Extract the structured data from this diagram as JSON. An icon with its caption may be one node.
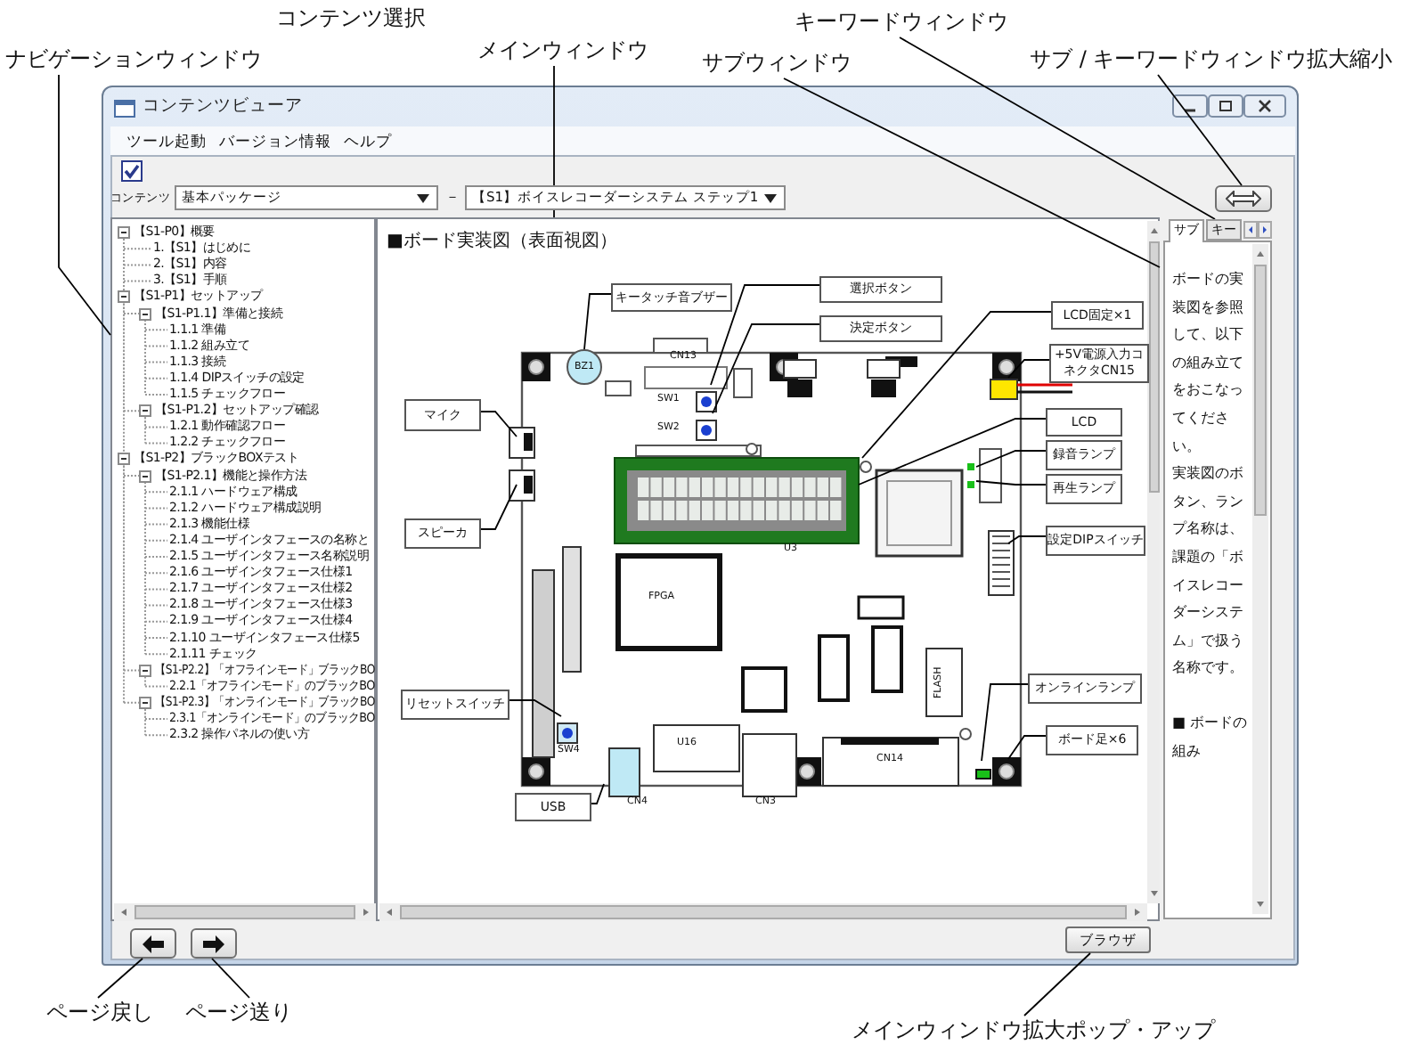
{
  "diagram": {
    "nodes": [
      {
        "text": [
          "ナビゲーションウィンドウ"
        ]
      },
      {
        "text": [
          "メインウィンドウ"
        ]
      },
      {
        "text": [
          "サブウィンドウ"
        ]
      },
      {
        "text": [
          "キーワードウィンドウ"
        ]
      },
      {
        "text": [
          "サブ / キーワードウィンドウ拡大縮小"
        ]
      },
      {
        "text": [
          "コンテンツビューア",
          "ツール起動",
          "バージョン情報",
          "ヘルプ",
          "コンテンツ",
          "基本パッケージ",
          "－",
          "【S1】ボイスレコーダーシステム ステップ1"
        ]
      },
      {
        "text": [],
        "shape": "box",
        "in": 5
      },
      {
        "text": [
          "【S1-P0】概要",
          "1.【S1】はじめに",
          "2.【S1】内容",
          "3.【S1】手順",
          "【S1-P1】セットアップ",
          "【S1-P1.1】準備と接続",
          "1.1.1 準備",
          "1.1.2 組み立て",
          "1.1.3 接続",
          "1.1.4 DIPスイッチの設定",
          "1.1.5 チェックフロー",
          "【S1-P1.2】セットアップ確認",
          "1.2.1 動作確認フロー",
          "1.2.2 チェックフロー",
          "【S1-P2】ブラックBOXテスト",
          "【S1-P2.1】機能と操作方法",
          "2.1.1 ハードウェア構成",
          "2.1.2 ハードウェア構成説明",
          "2.1.3 機能仕様",
          "2.1.4 ユーザインタフェースの名称と",
          "2.1.5 ユーザインタフェース名称説明",
          "2.1.6 ユーザインタフェース仕様1",
          "2.1.7 ユーザインタフェース仕様2",
          "2.1.8 ユーザインタフェース仕様3",
          "2.1.9 ユーザインタフェース仕様4",
          "2.1.10 ユーザインタフェース仕様5",
          "2.1.11 チェック",
          "【S1-P2.2】「オフラインモード」ブラックBO",
          "2.2.1「オフラインモード」のブラックBO",
          "【S1-P2.3】「オンラインモード」ブラックBO",
          "2.3.1「オンラインモード」のブラックBO",
          "2.3.2 操作パネルの使い方"
        ],
        "in": 5
      },
      {
        "text": [
          "■ボード実装図（表面視図）"
        ],
        "in": 5
      },
      {
        "text": [
          "キータッチ音ブザー"
        ],
        "in": 8
      },
      {
        "text": [
          "選択ボタン"
        ],
        "in": 8
      },
      {
        "text": [
          "決定ボタン"
        ],
        "in": 8
      },
      {
        "text": [
          "LCD固定×1"
        ],
        "in": 8
      },
      {
        "text": [
          "+5V電源入力コネクタCN15"
        ],
        "in": 8
      },
      {
        "text": [
          "マイク"
        ],
        "in": 8
      },
      {
        "text": [
          "LCD"
        ],
        "in": 8
      },
      {
        "text": [
          "録音ランプ"
        ],
        "in": 8
      },
      {
        "text": [
          "再生ランプ"
        ],
        "in": 8
      },
      {
        "text": [
          "スピーカ"
        ],
        "in": 8
      },
      {
        "text": [
          "設定DIPスイッチ"
        ],
        "in": 8
      },
      {
        "text": [
          "リセットスイッチ"
        ],
        "in": 8
      },
      {
        "text": [
          "オンラインランプ"
        ],
        "in": 8
      },
      {
        "text": [
          "ボード足×6"
        ],
        "in": 8
      },
      {
        "text": [
          "USB"
        ],
        "in": 8
      },
      {
        "text": [
          "サブ",
          "ボードの実装図を参照して、以下の組み立てをおこなってください。",
          "実装図のボタン、ランプ名称は、課題の「ボイスレコーダーシステム」で扱う名称です。",
          "■ ボードの組み"
        ],
        "in": 5
      },
      {
        "text": [
          "キー"
        ],
        "in": 24
      },
      {
        "text": [],
        "shape": "box",
        "in": 5
      },
      {
        "text": [],
        "shape": "box",
        "in": 5
      },
      {
        "text": [
          "ブラウザ"
        ],
        "in": 5
      },
      {
        "text": [
          "ページ戻し"
        ]
      },
      {
        "text": [
          "ページ送り"
        ]
      },
      {
        "text": [
          "メインウィンドウ拡大ポップ・アップ"
        ]
      },
      {
        "text": [
          "BZ1"
        ],
        "in": 8
      }
    ],
    "edges": [
      {
        "from": 0,
        "to": 7,
        "arrow": "none"
      },
      {
        "from": 1,
        "to": 8,
        "arrow": "none"
      },
      {
        "from": 2,
        "to": 24,
        "arrow": "none"
      },
      {
        "from": 3,
        "to": 25,
        "arrow": "none"
      },
      {
        "from": 4,
        "to": 6,
        "arrow": "none"
      },
      {
        "from": 9,
        "to": 32,
        "arrow": "none"
      },
      {
        "from": 10,
        "to": null,
        "arrow": "none"
      },
      {
        "from": 11,
        "to": null,
        "arrow": "none"
      },
      {
        "from": 12,
        "to": null,
        "arrow": "none"
      },
      {
        "from": 13,
        "to": null,
        "arrow": "none"
      },
      {
        "from": 14,
        "to": null,
        "arrow": "none"
      },
      {
        "from": 15,
        "to": null,
        "arrow": "none"
      },
      {
        "from": 16,
        "to": null,
        "arrow": "none"
      },
      {
        "from": 17,
        "to": null,
        "arrow": "none"
      },
      {
        "from": 18,
        "to": null,
        "arrow": "none"
      },
      {
        "from": 19,
        "to": null,
        "arrow": "none"
      },
      {
        "from": 20,
        "to": null,
        "arrow": "none"
      },
      {
        "from": 21,
        "to": null,
        "arrow": "none"
      },
      {
        "from": 22,
        "to": null,
        "arrow": "none"
      },
      {
        "from": 23,
        "to": null,
        "arrow": "none"
      },
      {
        "from": 29,
        "to": 26,
        "arrow": "none"
      },
      {
        "from": 30,
        "to": 27,
        "arrow": "none"
      },
      {
        "from": 31,
        "to": 28,
        "arrow": "none"
      }
    ],
    "labels": [
      "コンテンツ選択",
      "CN13",
      "SW1",
      "SW2",
      "U3",
      "FPGA",
      "FLASH",
      "SW4",
      "U16",
      "CN4",
      "CN3",
      "CN14"
    ]
  }
}
